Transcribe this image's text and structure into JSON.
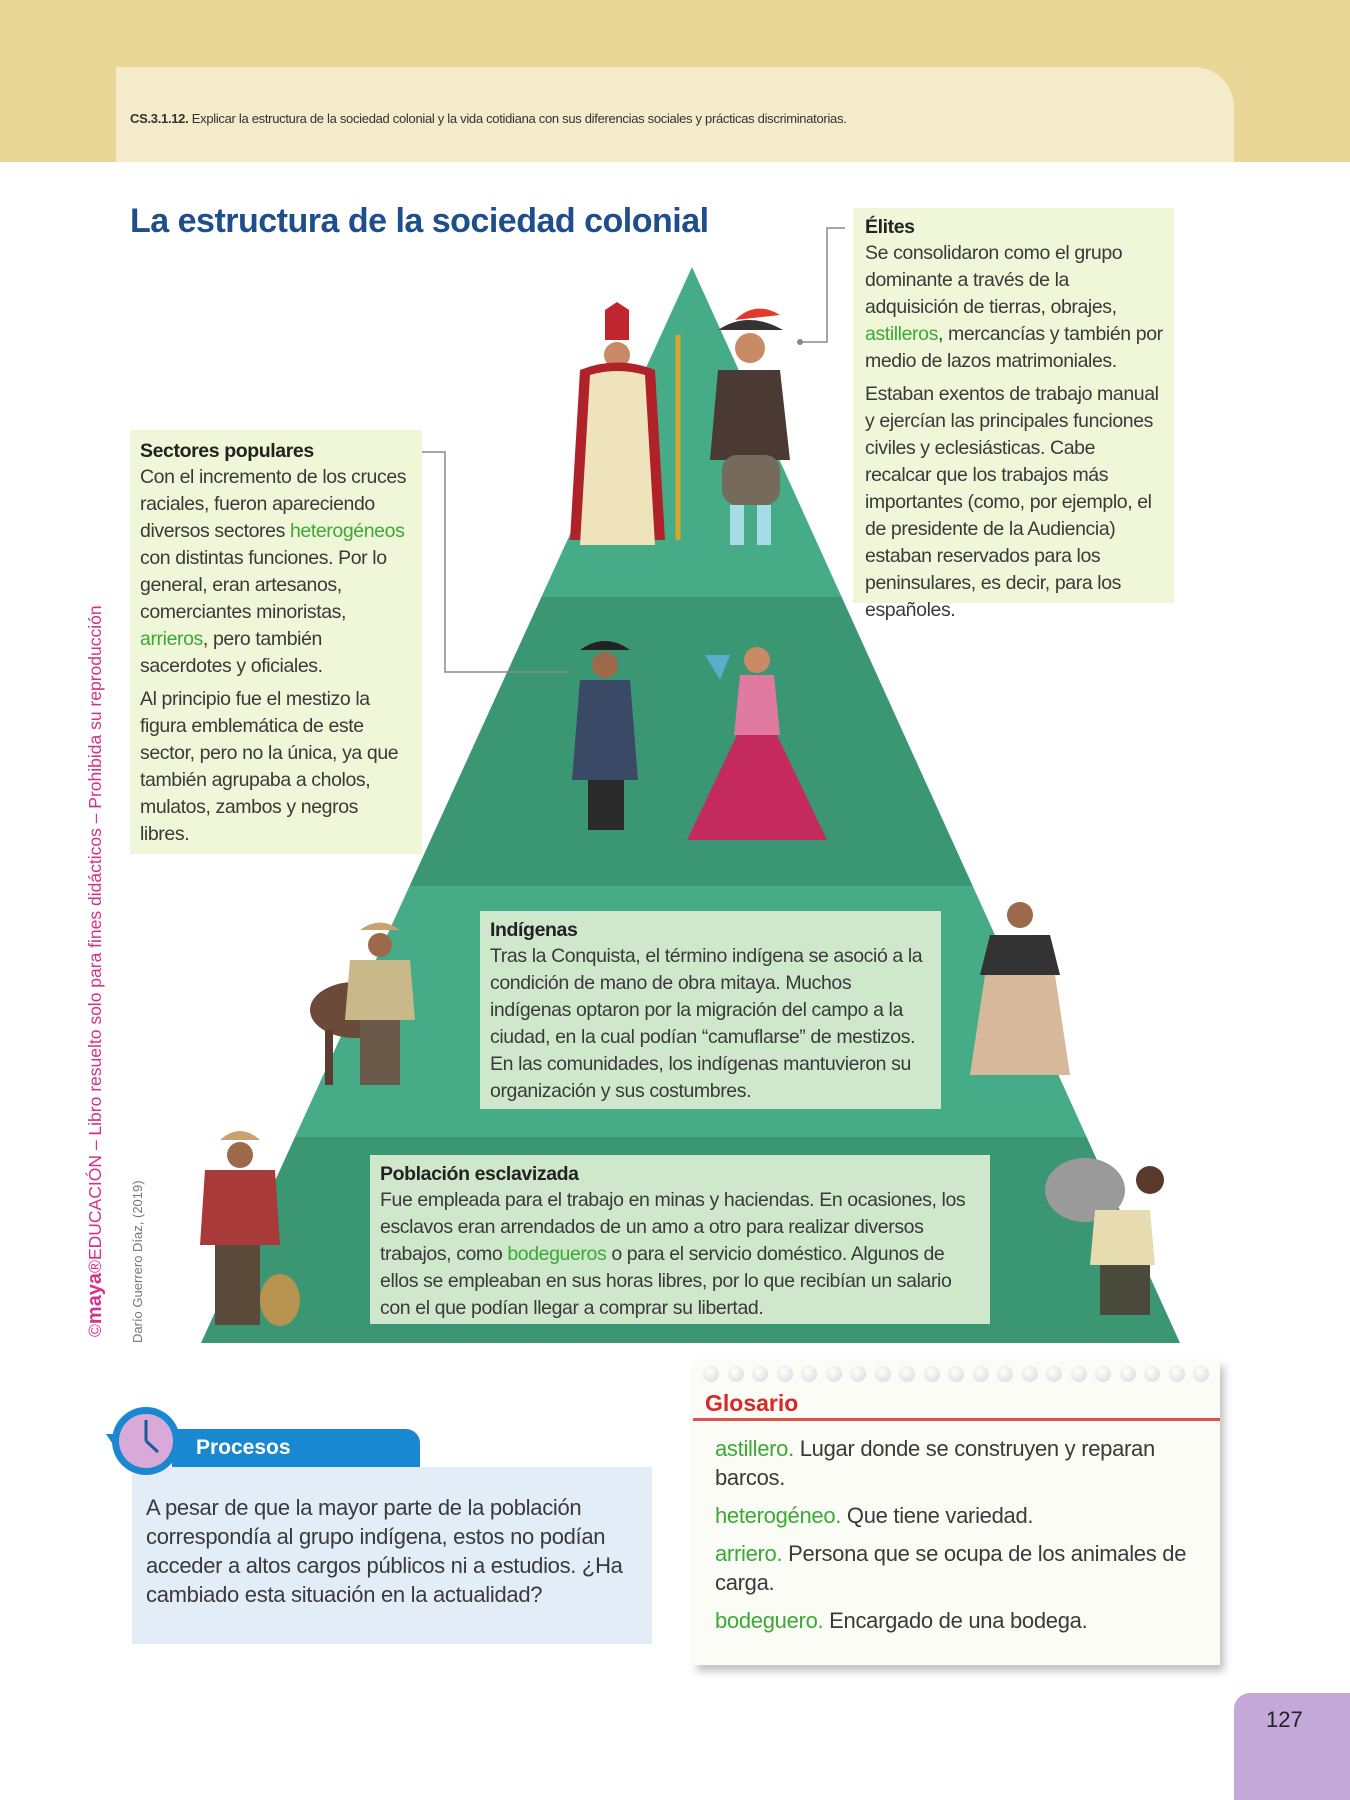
{
  "header": {
    "code": "CS.3.1.12.",
    "objective": "Explicar la estructura de la sociedad colonial y la vida cotidiana con sus diferencias sociales y prácticas discriminatorias."
  },
  "title": "La estructura de la sociedad colonial",
  "elites": {
    "heading": "Élites",
    "p1_before": "Se consolidaron como el grupo dominante a través de la adquisición de tierras, obrajes, ",
    "p1_highlight": "astilleros",
    "p1_after": ", mercancías y también por medio de lazos matrimoniales.",
    "p2": "Estaban exentos de trabajo manual y ejercían las principales funciones civiles y eclesiásticas. Cabe recalcar que los trabajos más importantes (como, por ejemplo, el de presidente de la Audiencia) estaban reservados para los peninsulares, es decir, para los españoles."
  },
  "sectores": {
    "heading": "Sectores populares",
    "p1_a": "Con el incremento de los cruces raciales, fueron apareciendo diversos sectores ",
    "p1_h1": "heterogéneos",
    "p1_b": " con distintas funciones. Por lo general, eran artesanos, comerciantes minoristas, ",
    "p1_h2": "arrieros",
    "p1_c": ", pero también sacerdotes y oficiales.",
    "p2": "Al principio fue el mestizo la figura emblemática de este sector, pero no la única, ya que también agrupaba a cholos, mulatos, zambos y negros libres."
  },
  "indigenas": {
    "heading": "Indígenas",
    "text": "Tras la Conquista, el término indígena se asoció a la condición de mano de obra mitaya. Muchos indígenas optaron por la migración del campo a la ciudad, en la cual podían “camuflarse” de mestizos. En las comunidades, los indígenas mantuvieron su organización y sus costumbres."
  },
  "esclavizada": {
    "heading": "Población esclavizada",
    "before": "Fue empleada para el trabajo en minas y haciendas. En ocasiones, los esclavos eran arrendados de un amo a otro para realizar diversos trabajos, como ",
    "highlight": "bodegueros",
    "after": " o para el servicio doméstico. Algunos de ellos se empleaban en sus horas libres, por lo que recibían un salario con el que podían llegar a comprar su libertad."
  },
  "sidebar": {
    "copyright": "©",
    "brand": "maya",
    "rest": "®EDUCACIÓN – Libro resuelto solo para fines didácticos – Prohibida su reproducción",
    "credit": "Darío Guerrero Díaz, (2019)"
  },
  "procesos": {
    "label": "Procesos",
    "text": "A pesar de que la mayor parte de la población correspondía al grupo indígena, estos no podían acceder a altos cargos públicos ni a estudios. ¿Ha cambiado esta situación en la actualidad?"
  },
  "glosario": {
    "title": "Glosario",
    "entries": [
      {
        "term": "astillero.",
        "def": " Lugar donde se construyen y reparan barcos."
      },
      {
        "term": "heterogéneo.",
        "def": " Que tiene variedad."
      },
      {
        "term": "arriero.",
        "def": " Persona que se ocupa de los animales de carga."
      },
      {
        "term": "bodeguero.",
        "def": " Encargado de una bodega."
      }
    ]
  },
  "page_number": "127",
  "colors": {
    "pyramid_light": "#45ac87",
    "pyramid_dark": "#3a9673",
    "title": "#1f4e8c",
    "highlight": "#3aaa35",
    "glossary_title": "#d62828"
  }
}
